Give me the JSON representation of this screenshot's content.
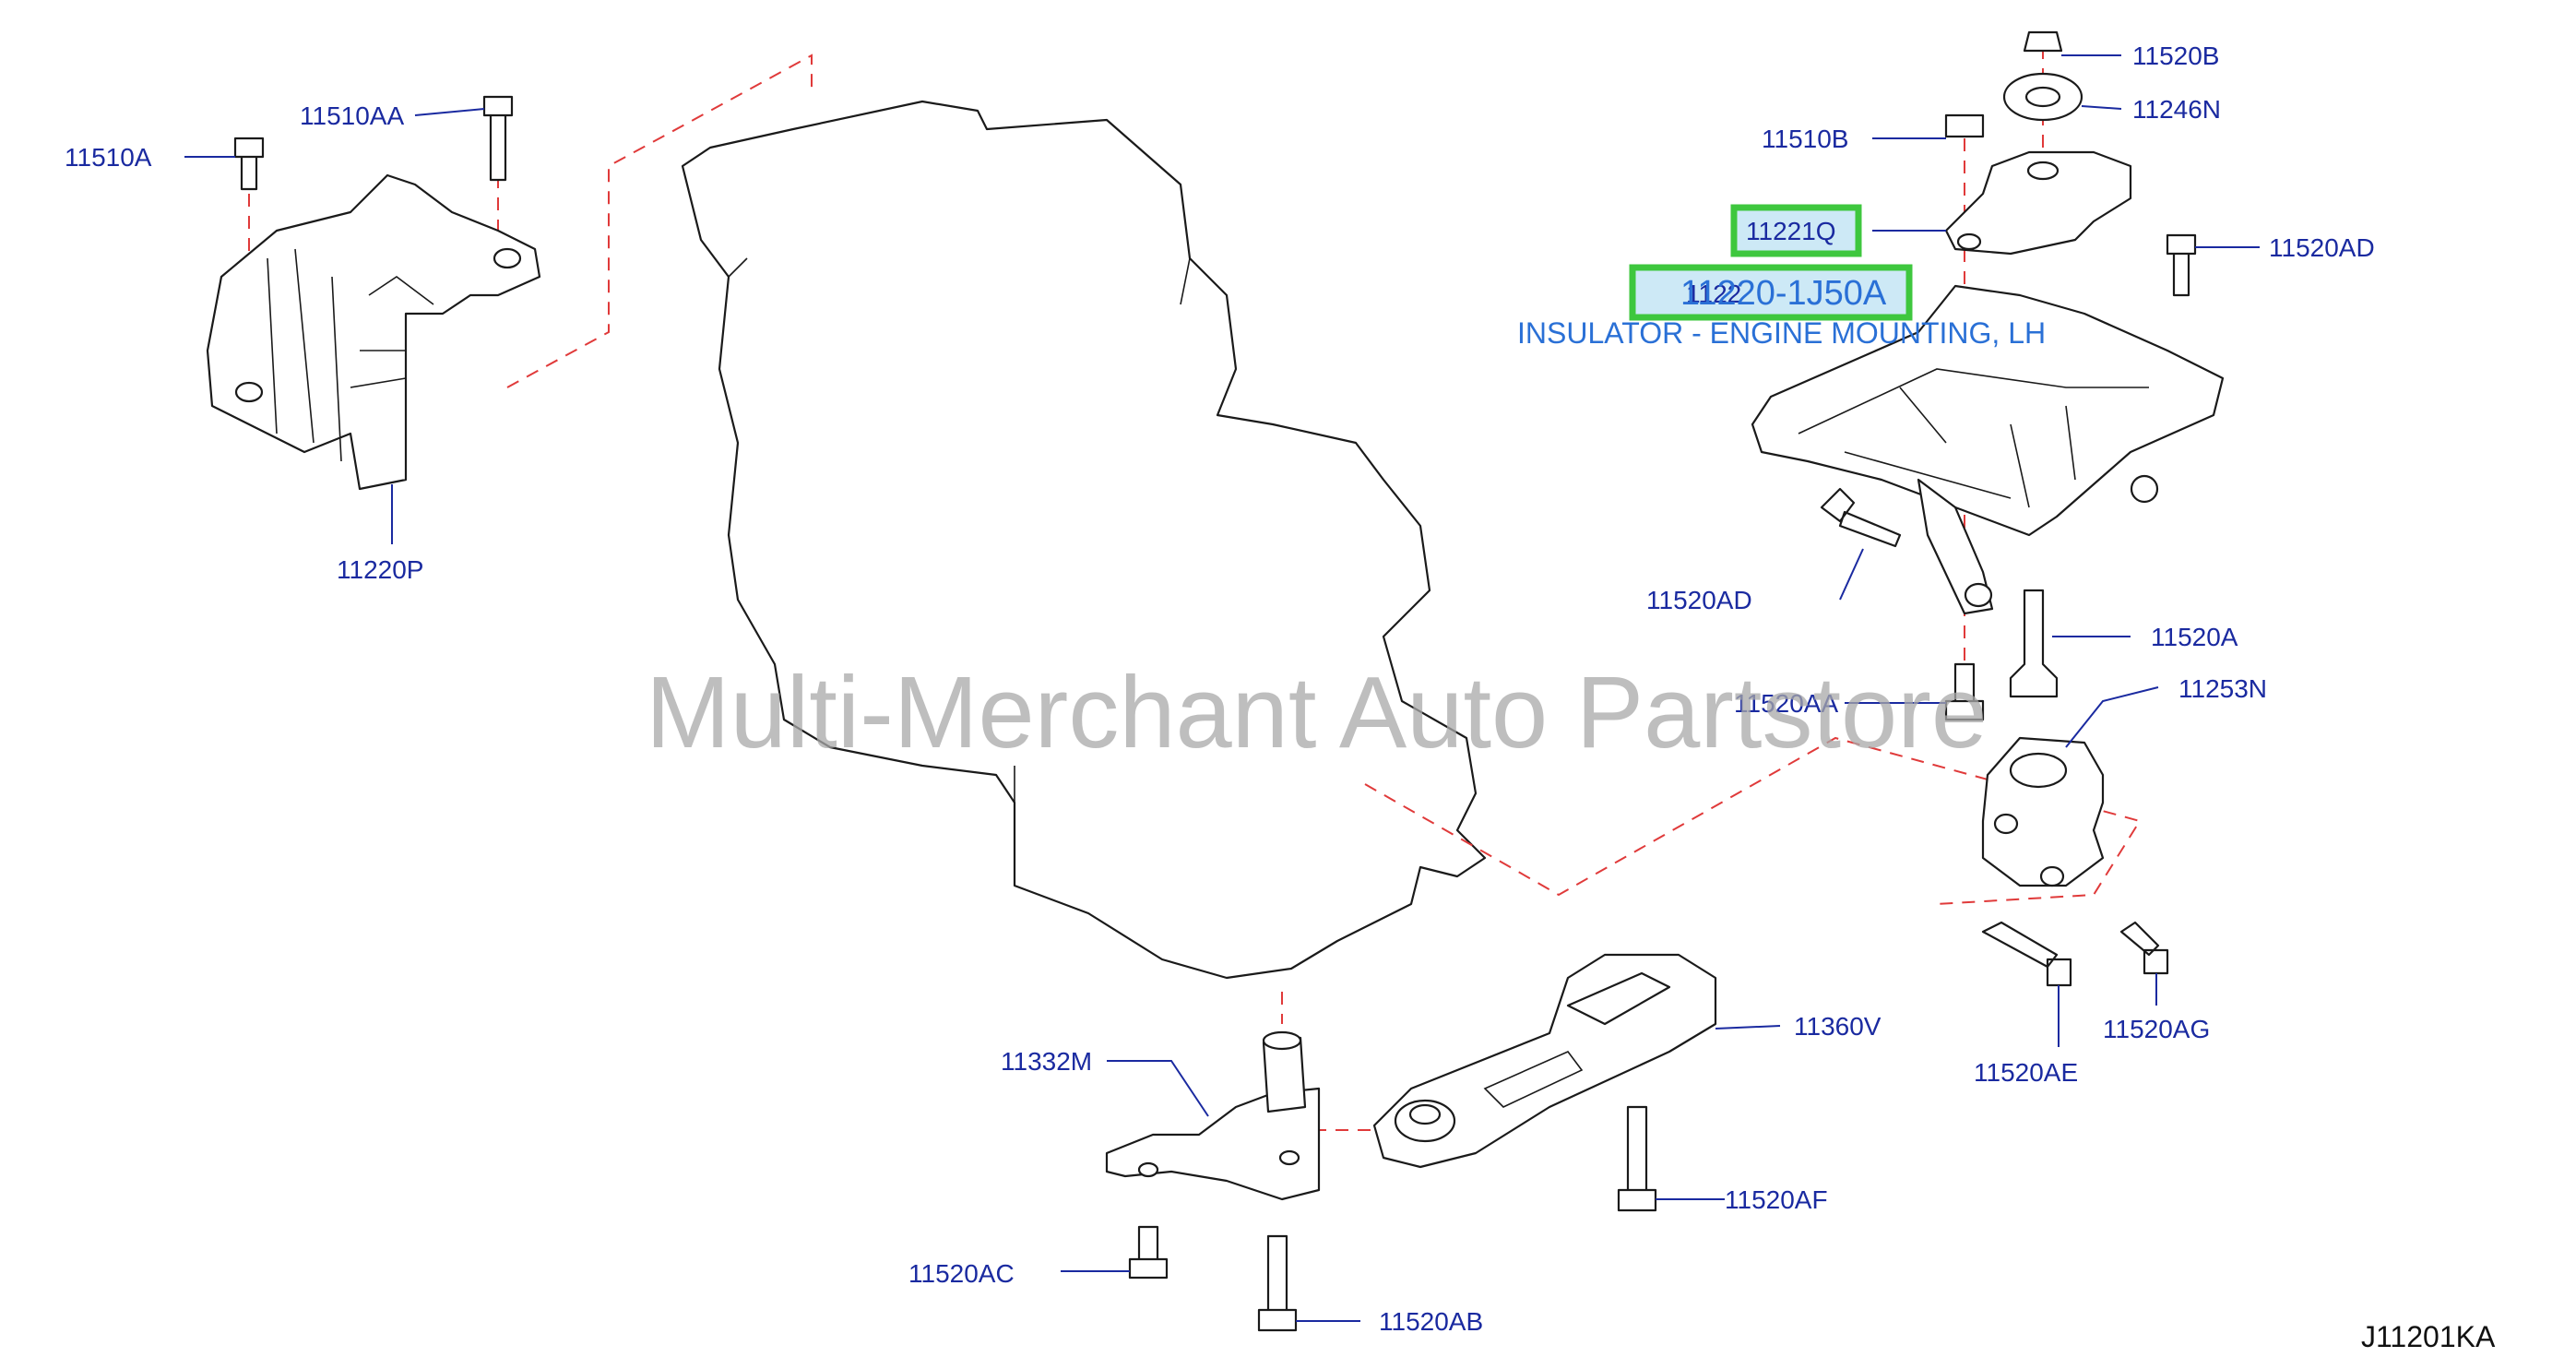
{
  "watermark": "Multi-Merchant Auto Partstore",
  "diagram_code": "J11201KA",
  "highlight": {
    "part_number": "11220-1J50A",
    "description": "INSULATOR - ENGINE MOUNTING, LH"
  },
  "labels": {
    "l11510A": "11510A",
    "l11510AA": "11510AA",
    "l11220P": "11220P",
    "l11520B": "11520B",
    "l11246N": "11246N",
    "l11510B": "11510B",
    "l11221Q": "11221Q",
    "l11520AD_top": "11520AD",
    "l1122x": "1122",
    "l11520AD_mid": "11520AD",
    "l11520A": "11520A",
    "l11520AA": "11520AA",
    "l11253N": "11253N",
    "l11360V": "11360V",
    "l11332M": "11332M",
    "l11520AE": "11520AE",
    "l11520AG": "11520AG",
    "l11520AF": "11520AF",
    "l11520AC": "11520AC",
    "l11520AB": "11520AB"
  },
  "colors": {
    "label": "#1a2aa0",
    "dashed_line": "#e03a3a",
    "highlight_border": "#3ec73e",
    "callout_text": "#2a70d6"
  }
}
